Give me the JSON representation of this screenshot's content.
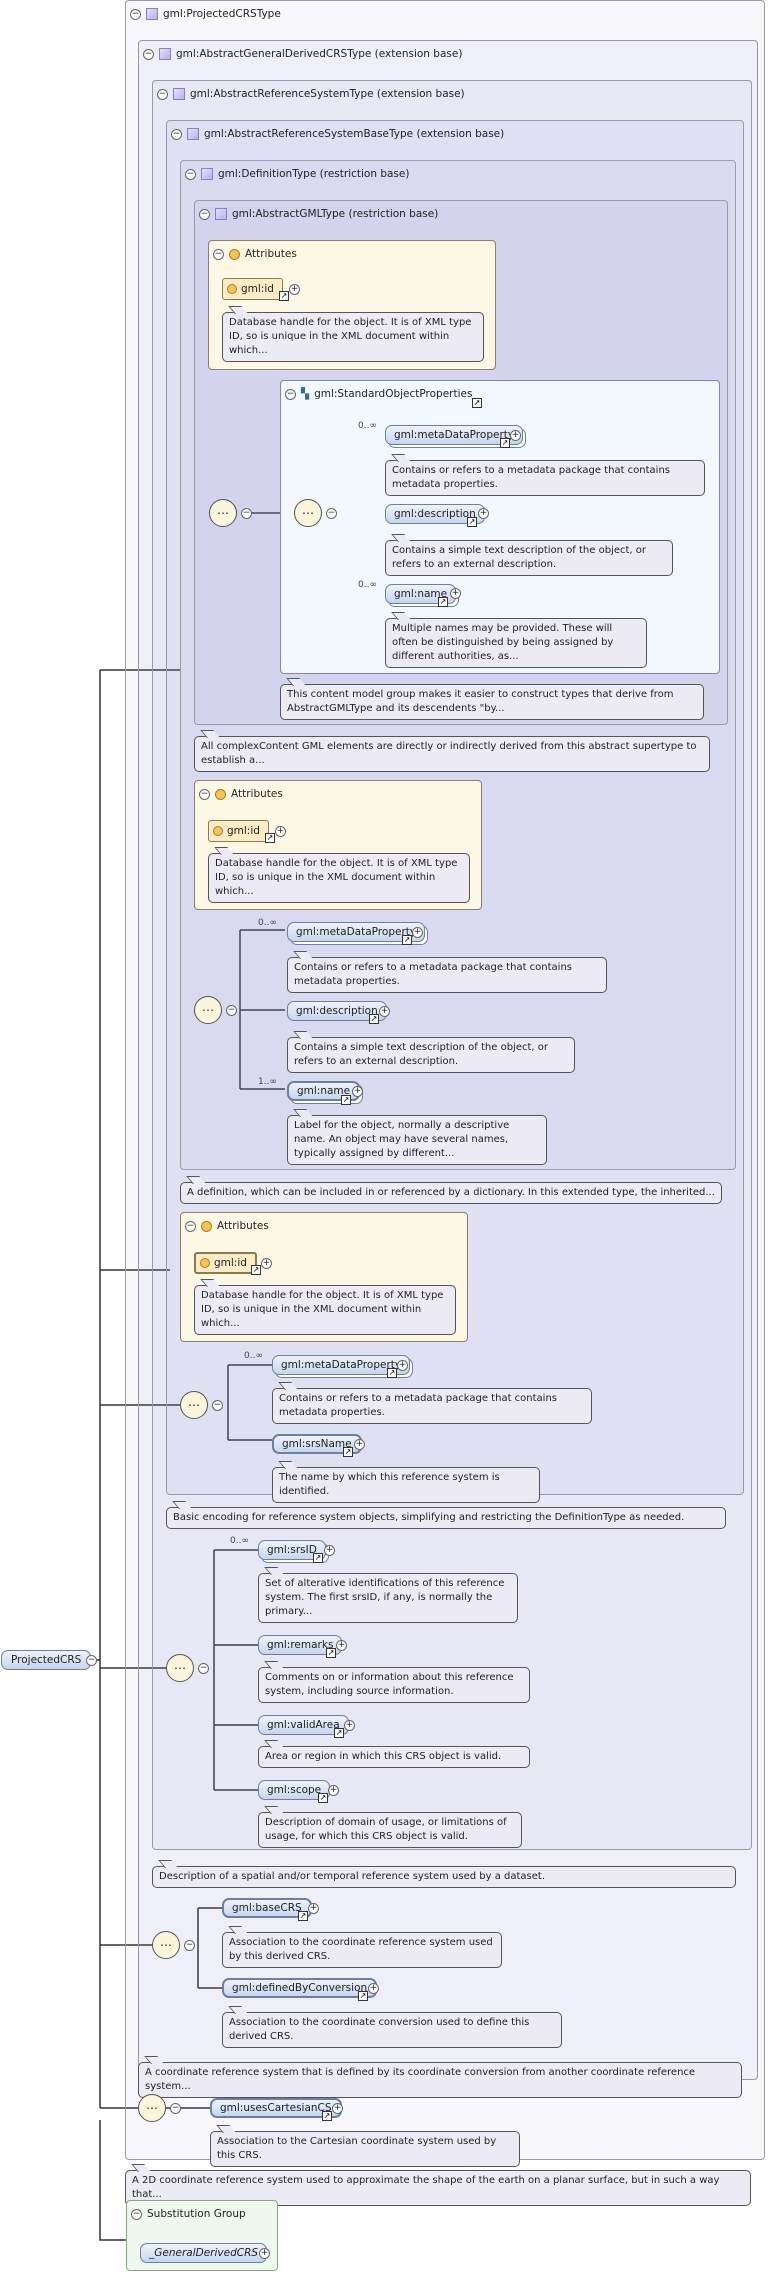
{
  "root": {
    "name": "ProjectedCRS"
  },
  "types": {
    "projected": "gml:ProjectedCRSType",
    "general_derived": "gml:AbstractGeneralDerivedCRSType (extension base)",
    "reference_system": "gml:AbstractReferenceSystemType (extension base)",
    "reference_system_base": "gml:AbstractReferenceSystemBaseType (extension base)",
    "definition": "gml:DefinitionType (restriction base)",
    "abstract_gml": "gml:AbstractGMLType (restriction base)"
  },
  "attributes_label": "Attributes",
  "id_attr": {
    "name": "gml:id",
    "doc": "Database handle for the object. It is of XML type ID, so is unique in the XML document within which..."
  },
  "standard_object_properties": {
    "title": "gml:StandardObjectProperties",
    "occ_meta": "0..∞",
    "occ_name": "0..∞",
    "metaDataProperty": {
      "name": "gml:metaDataProperty",
      "doc": "Contains or refers to a metadata package that contains metadata properties."
    },
    "description": {
      "name": "gml:description",
      "doc": "Contains a simple text description of the object, or refers to an external description."
    },
    "name": {
      "name": "gml:name",
      "doc": "Multiple names may be provided. These will often be distinguished by being assigned by different authorities, as..."
    },
    "group_doc": "This content model group makes it easier to construct types that derive from AbstractGMLType and its descendents \"by..."
  },
  "abstract_gml_doc": "All complexContent GML elements are directly or indirectly derived from this abstract supertype to establish a...",
  "definition": {
    "occ_meta": "0..∞",
    "occ_name": "1..∞",
    "metaDataProperty": {
      "name": "gml:metaDataProperty",
      "doc": "Contains or refers to a metadata package that contains metadata properties."
    },
    "description": {
      "name": "gml:description",
      "doc": "Contains a simple text description of the object, or refers to an external description."
    },
    "name": {
      "name": "gml:name",
      "doc": "Label for the object, normally a descriptive name. An object may have several names, typically assigned by different..."
    },
    "doc": "A definition, which can be included in or referenced by a dictionary. In this extended type, the inherited..."
  },
  "ref_base": {
    "occ_meta": "0..∞",
    "metaDataProperty": {
      "name": "gml:metaDataProperty",
      "doc": "Contains or refers to a metadata package that contains metadata properties."
    },
    "srsName": {
      "name": "gml:srsName",
      "doc": "The name by which this reference system is identified."
    },
    "doc": "Basic encoding for reference system objects, simplifying and restricting the DefinitionType as needed."
  },
  "ref_system": {
    "occ_srsID": "0..∞",
    "srsID": {
      "name": "gml:srsID",
      "doc": "Set of alterative identifications of this reference system. The first srsID, if any, is normally the primary..."
    },
    "remarks": {
      "name": "gml:remarks",
      "doc": "Comments on or information about this reference system, including source information."
    },
    "validArea": {
      "name": "gml:validArea",
      "doc": "Area or region in which this CRS object is valid."
    },
    "scope": {
      "name": "gml:scope",
      "doc": "Description of domain of usage, or limitations of usage, for which this CRS object is valid."
    },
    "doc": "Description of a spatial and/or temporal reference system used by a dataset."
  },
  "general_derived": {
    "baseCRS": {
      "name": "gml:baseCRS",
      "doc": "Association to the coordinate reference system used by this derived CRS."
    },
    "definedByConversion": {
      "name": "gml:definedByConversion",
      "doc": "Association to the coordinate conversion used to define this derived CRS."
    },
    "doc": "A coordinate reference system that is defined by its coordinate conversion from another coordinate reference system..."
  },
  "projected": {
    "usesCartesianCS": {
      "name": "gml:usesCartesianCS",
      "doc": "Association to the Cartesian coordinate system used by this CRS."
    },
    "doc": "A 2D coordinate reference system used to approximate the shape of the earth on a planar surface, but in such a way that..."
  },
  "substitution": {
    "title": "Substitution Group",
    "member": "_GeneralDerivedCRS"
  },
  "icons": {
    "toggle": "minus-toggle",
    "link": "link-arrow",
    "expand": "plus-circle",
    "sequence": "sequence-compositor"
  }
}
